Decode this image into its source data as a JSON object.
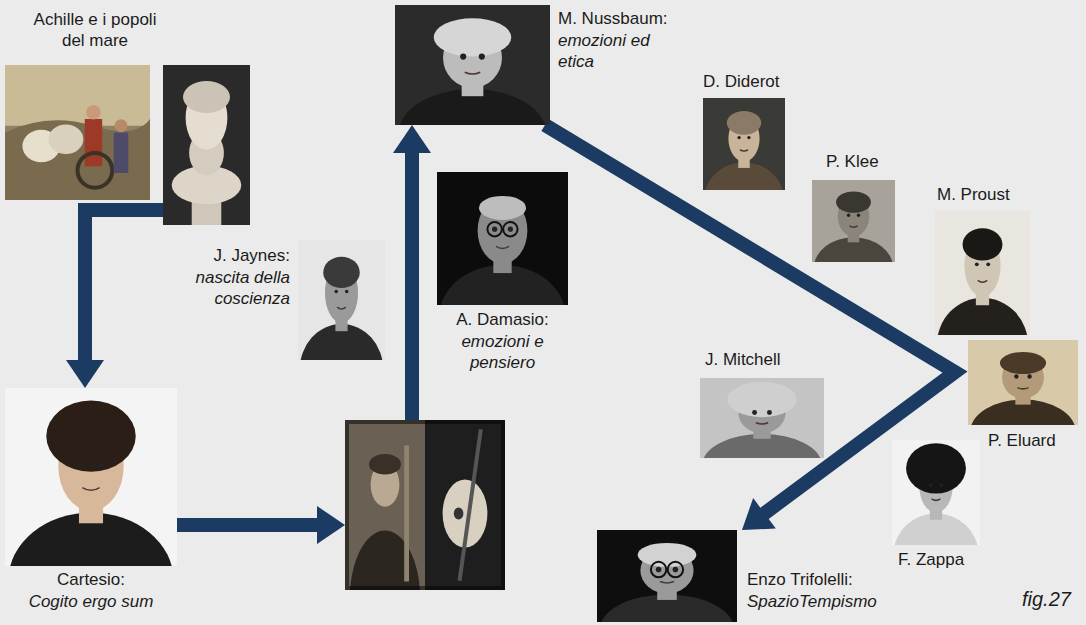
{
  "diagram": {
    "nodes": [
      {
        "text": [
          "Achille e i popoli del mare"
        ]
      },
      {
        "text": [
          "Cartesio:",
          "Cogito ergo sum"
        ]
      },
      {
        "text": []
      },
      {
        "text": [
          "J. Jaynes:",
          "nascita della coscienza"
        ]
      },
      {
        "text": [
          "A. Damasio:",
          "emozioni e pensiero"
        ]
      },
      {
        "text": [
          "M. Nussbaum:",
          "emozioni ed etica"
        ]
      },
      {
        "text": [
          "D. Diderot"
        ]
      },
      {
        "text": [
          "P. Klee"
        ]
      },
      {
        "text": [
          "M. Proust"
        ]
      },
      {
        "text": [
          "P. Eluard"
        ]
      },
      {
        "text": [
          "J. Mitchell"
        ]
      },
      {
        "text": [
          "F. Zappa"
        ]
      },
      {
        "text": [
          "Enzo Trifolelli:",
          "SpazioTempismo"
        ]
      }
    ],
    "edges": [
      {
        "from": 0,
        "to": 1,
        "arrow": "to"
      },
      {
        "from": 1,
        "to": 2,
        "arrow": "to"
      },
      {
        "from": 2,
        "to": 5,
        "arrow": "to"
      },
      {
        "from": 5,
        "to": 12,
        "arrow": "to"
      }
    ],
    "labels": [
      "fig.27"
    ]
  }
}
